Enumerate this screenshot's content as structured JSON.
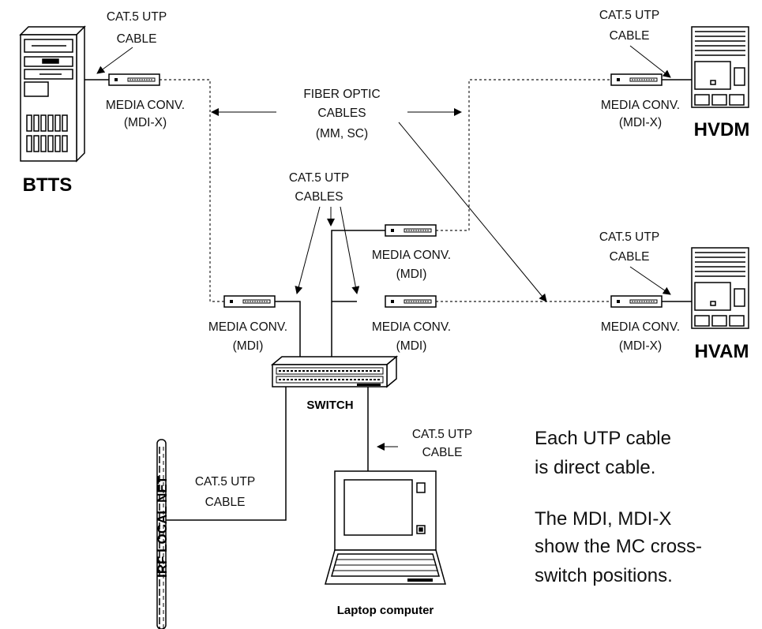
{
  "nodes": {
    "btts": "BTTS",
    "hvdm": "HVDM",
    "hvam": "HVAM",
    "switch": "SWITCH",
    "laptop": "Laptop computer",
    "irf_net": "IRF LOCAL NET"
  },
  "labels": {
    "cat5_cable_line1": "CAT.5 UTP",
    "cat5_cable_line2": "CABLE",
    "cat5_cables_line1": "CAT.5 UTP",
    "cat5_cables_line2": "CABLES",
    "fiber_line1": "FIBER OPTIC",
    "fiber_line2": "CABLES",
    "fiber_line3": "(MM, SC)",
    "media_conv": "MEDIA CONV.",
    "mdi": "(MDI)",
    "mdix": "(MDI-X)"
  },
  "notes": {
    "note1_line1": "Each UTP cable",
    "note1_line2": "is direct cable.",
    "note2_line1": "The MDI, MDI-X",
    "note2_line2": "show the MC cross-",
    "note2_line3": "switch positions."
  }
}
